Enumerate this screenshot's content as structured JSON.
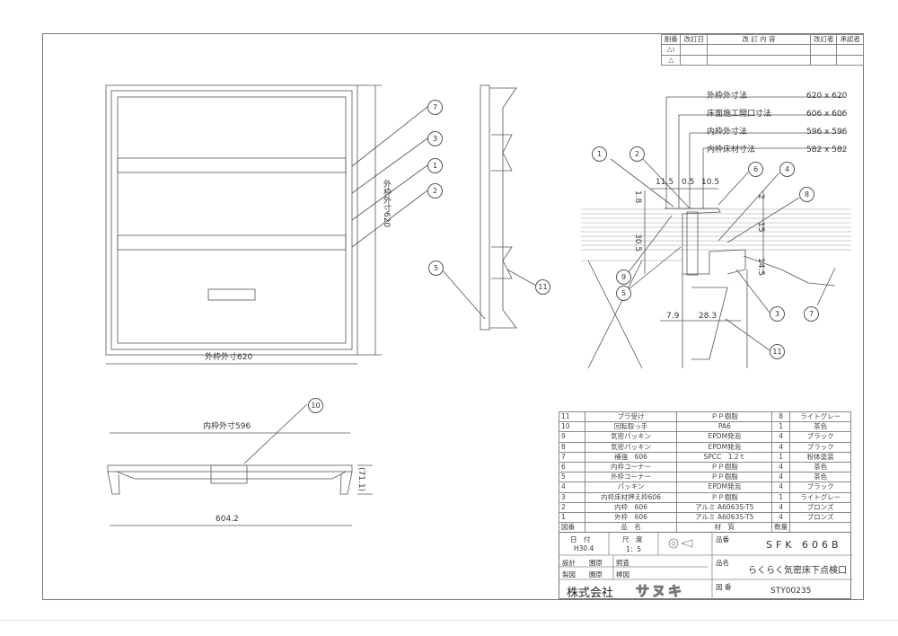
{
  "revision_table": {
    "headers": [
      "副番",
      "改訂日",
      "改 訂 内 容",
      "改訂者",
      "承認者"
    ],
    "rows": [
      [
        "1"
      ],
      [
        "2"
      ]
    ]
  },
  "dimension_table": [
    {
      "label": "外枠外寸法",
      "value": "620 x 620"
    },
    {
      "label": "床面施工開口寸法",
      "value": "606 x 606"
    },
    {
      "label": "内枠外寸法",
      "value": "596 x 596"
    },
    {
      "label": "内枠床材寸法",
      "value": "582 x 582"
    }
  ],
  "front_view": {
    "width_label": "外枠外寸620",
    "height_label": "外枠外寸620",
    "balloons": [
      "7",
      "3",
      "1",
      "2"
    ]
  },
  "side_view": {
    "balloons": [
      "5",
      "11"
    ]
  },
  "section_view": {
    "inner_label": "内枠外寸596",
    "overall_label": "604.2",
    "height_label": "(71.1)",
    "balloon": "10"
  },
  "detail_view": {
    "dims": {
      "d1": "11.5",
      "d2": "0.5",
      "d3": "10.5",
      "d4": "1.8",
      "d5": "30.5",
      "d6": "2",
      "d7": "15",
      "d8": "14.5",
      "d9": "7.9",
      "d10": "28.3"
    },
    "balloons": [
      "1",
      "2",
      "6",
      "4",
      "8",
      "9",
      "5",
      "3",
      "7",
      "11"
    ]
  },
  "parts_table": {
    "rows": [
      [
        "11",
        "プラ受け",
        "ＰＰ樹脂",
        "8",
        "ライトグレー"
      ],
      [
        "10",
        "回転取っ手",
        "PA6",
        "1",
        "茶色"
      ],
      [
        "9",
        "気密パッキン",
        "EPDM発泡",
        "4",
        "ブラック"
      ],
      [
        "8",
        "気密パッキン",
        "EPDM発泡",
        "4",
        "ブラック"
      ],
      [
        "7",
        "補強　606",
        "SPCC　1.2ｔ",
        "1",
        "粉体塗装"
      ],
      [
        "6",
        "内枠コーナー",
        "ＰＰ樹脂",
        "4",
        "茶色"
      ],
      [
        "5",
        "外枠コーナー",
        "ＰＰ樹脂",
        "4",
        "茶色"
      ],
      [
        "4",
        "パッキン",
        "EPDM発泡",
        "4",
        "ブラック"
      ],
      [
        "3",
        "内枠床材押え枠606",
        "ＰＰ樹脂",
        "1",
        "ライトグレー"
      ],
      [
        "2",
        "内枠　606",
        "アルミ A6063S-T5",
        "4",
        "ブロンズ"
      ],
      [
        "1",
        "外枠　606",
        "アルミ A6063S-T5",
        "4",
        "ブロンズ"
      ]
    ],
    "header": [
      "図番",
      "品　名",
      "材　質",
      "数量",
      ""
    ]
  },
  "title_block": {
    "date_label": "日　付",
    "date": "H30.4",
    "scale_label": "尺　度",
    "scale": "1：5",
    "design_label": "設計",
    "design": "園原",
    "drawn_label": "製図",
    "drawn": "園原",
    "approve_label": "照査",
    "check_label": "検図",
    "part_no_label": "品番",
    "part_no": "SFK 606B",
    "name_label": "品名",
    "name": "らくらく気密床下点検口",
    "drawing_no_label": "図 番",
    "drawing_no": "STY00235",
    "company": "株式会社",
    "logo": "サヌキ"
  }
}
